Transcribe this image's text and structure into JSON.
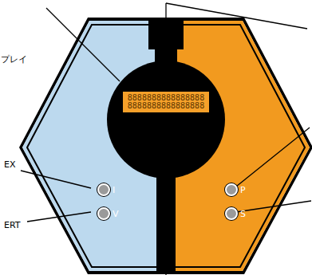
{
  "diagram": {
    "nodes": [
      {
        "text": [
          "8888888888888888",
          "8888888888888888"
        ]
      },
      {
        "text": [
          "I"
        ]
      },
      {
        "text": [
          "V"
        ]
      },
      {
        "text": [
          "P"
        ]
      },
      {
        "text": [
          "S"
        ]
      }
    ],
    "labels": [
      "プレイ",
      "EX",
      "ERT"
    ]
  }
}
